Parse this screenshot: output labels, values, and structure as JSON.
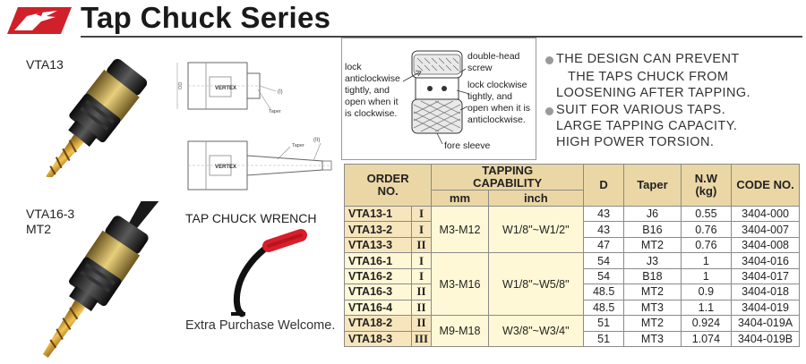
{
  "header": {
    "title": "Tap Chuck Series",
    "logo": "eagle-logo"
  },
  "products": {
    "model_a": "VTA13",
    "model_b_line1": "VTA16-3",
    "model_b_line2": "MT2"
  },
  "wrench": {
    "label": "TAP CHUCK WRENCH",
    "caption": "Extra Purchase Welcome."
  },
  "drawing": {
    "label_top": "(I)",
    "label_taper": "Taper",
    "label_bottom": "(II)",
    "label_taper2": "Taper",
    "label_od": "OD"
  },
  "diagram": {
    "lock_lines": [
      "lock",
      "anticlockwise",
      "tightly, and",
      "open when it",
      "is clockwise."
    ],
    "screw_lines": [
      "double-head",
      "screw"
    ],
    "clockwise_lines": [
      "lock clockwise",
      "tightly, and",
      "open when it is",
      "anticlockwise."
    ],
    "sleeve": "fore sleeve"
  },
  "features": [
    [
      "THE DESIGN CAN PREVENT",
      "THE TAPS CHUCK FROM",
      "LOOSENING AFTER TAPPING."
    ],
    [
      "SUIT FOR VARIOUS TAPS.",
      "LARGE TAPPING CAPACITY.",
      "HIGH POWER TORSION."
    ]
  ],
  "table": {
    "headers": {
      "order_line1": "ORDER",
      "order_line2": "NO.",
      "capability_line1": "TAPPING",
      "capability_line2": "CAPABILITY",
      "mm": "mm",
      "inch": "inch",
      "d": "D",
      "taper": "Taper",
      "nw_line1": "N.W",
      "nw_line2": "(kg)",
      "code": "CODE NO."
    },
    "rows": [
      {
        "order": "VTA13-1",
        "type": "I",
        "d": "43",
        "taper": "J6",
        "nw": "0.55",
        "code": "3404-000"
      },
      {
        "order": "VTA13-2",
        "type": "I",
        "d": "43",
        "taper": "B16",
        "nw": "0.76",
        "code": "3404-007"
      },
      {
        "order": "VTA13-3",
        "type": "II",
        "d": "47",
        "taper": "MT2",
        "nw": "0.76",
        "code": "3404-008"
      },
      {
        "order": "VTA16-1",
        "type": "I",
        "d": "54",
        "taper": "J3",
        "nw": "1",
        "code": "3404-016"
      },
      {
        "order": "VTA16-2",
        "type": "I",
        "d": "54",
        "taper": "B18",
        "nw": "1",
        "code": "3404-017"
      },
      {
        "order": "VTA16-3",
        "type": "II",
        "d": "48.5",
        "taper": "MT2",
        "nw": "0.9",
        "code": "3404-018"
      },
      {
        "order": "VTA16-4",
        "type": "II",
        "d": "48.5",
        "taper": "MT3",
        "nw": "1.1",
        "code": "3404-019"
      },
      {
        "order": "VTA18-2",
        "type": "II",
        "d": "51",
        "taper": "MT2",
        "nw": "0.924",
        "code": "3404-019A"
      },
      {
        "order": "VTA18-3",
        "type": "III",
        "d": "51",
        "taper": "MT3",
        "nw": "1.074",
        "code": "3404-019B"
      }
    ],
    "capabilities": [
      {
        "mm": "M3-M12",
        "inch": "W1/8\"~W1/2\""
      },
      {
        "mm": "M3-M16",
        "inch": "W1/8\"~W5/8\""
      },
      {
        "mm": "M9-M18",
        "inch": "W3/8\"~W3/4\""
      }
    ]
  },
  "colors": {
    "header_fill": "#ebd7a6",
    "row_fill_a": "#f7e6bd",
    "row_fill_b": "#fff8d6",
    "logo_red": "#d0202a",
    "wrench_red": "#d81e2a"
  }
}
